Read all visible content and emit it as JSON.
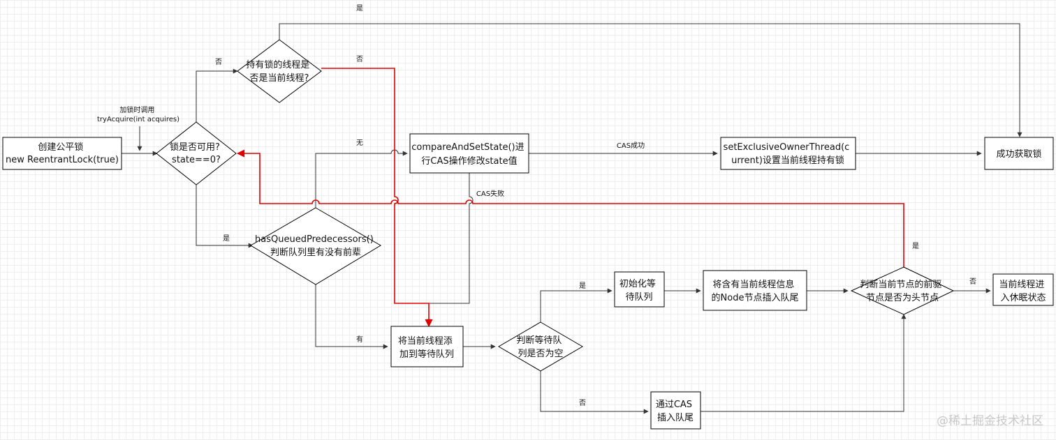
{
  "colors": {
    "edge": "#333333",
    "highlight": "#e00000",
    "border": "#000000"
  },
  "nodes": {
    "create_lock": [
      "创建公平锁",
      "new ReentrantLock(true)"
    ],
    "lock_available": [
      "锁是否可用?",
      "state==0?"
    ],
    "holder_is_current": [
      "持有锁的线程是",
      "否是当前线程?"
    ],
    "has_queued_predecessors": [
      "hasQueuedPredecessors()",
      "判断队列里有没有前辈"
    ],
    "cas_modify_state": [
      "compareAndSetState()进",
      "行CAS操作修改state值"
    ],
    "set_owner_thread": [
      "setExclusiveOwnerThread(c",
      "urrent)设置当前线程持有锁"
    ],
    "acquire_success": [
      "成功获取锁"
    ],
    "add_to_queue": [
      "将当前线程添",
      "加到等待队列"
    ],
    "queue_empty": [
      "判断等待队",
      "列是否为空"
    ],
    "init_queue": [
      "初始化等",
      "待队列"
    ],
    "insert_node_tail": [
      "将含有当前线程信息",
      "的Node节点插入队尾"
    ],
    "cas_insert_tail": [
      "通过CAS",
      "插入队尾"
    ],
    "prev_is_head": [
      "判断当前节点的前驱",
      "节点是否为头节点"
    ],
    "sleep_state": [
      "当前线程进",
      "入休眠状态"
    ]
  },
  "annotations": {
    "try_acquire": [
      "加锁时调用",
      "tryAcquire(int acquires)"
    ]
  },
  "edge_labels": {
    "top_yes": "是",
    "holder_no_red": "否",
    "available_no": "否",
    "available_yes": "是",
    "pred_none": "无",
    "pred_has": "有",
    "cas_success": "CAS成功",
    "cas_fail": "CAS失败",
    "queue_empty_yes": "是",
    "queue_empty_no": "否",
    "prev_head_yes": "是",
    "prev_head_no": "否"
  },
  "watermark": "@稀土掘金技术社区"
}
